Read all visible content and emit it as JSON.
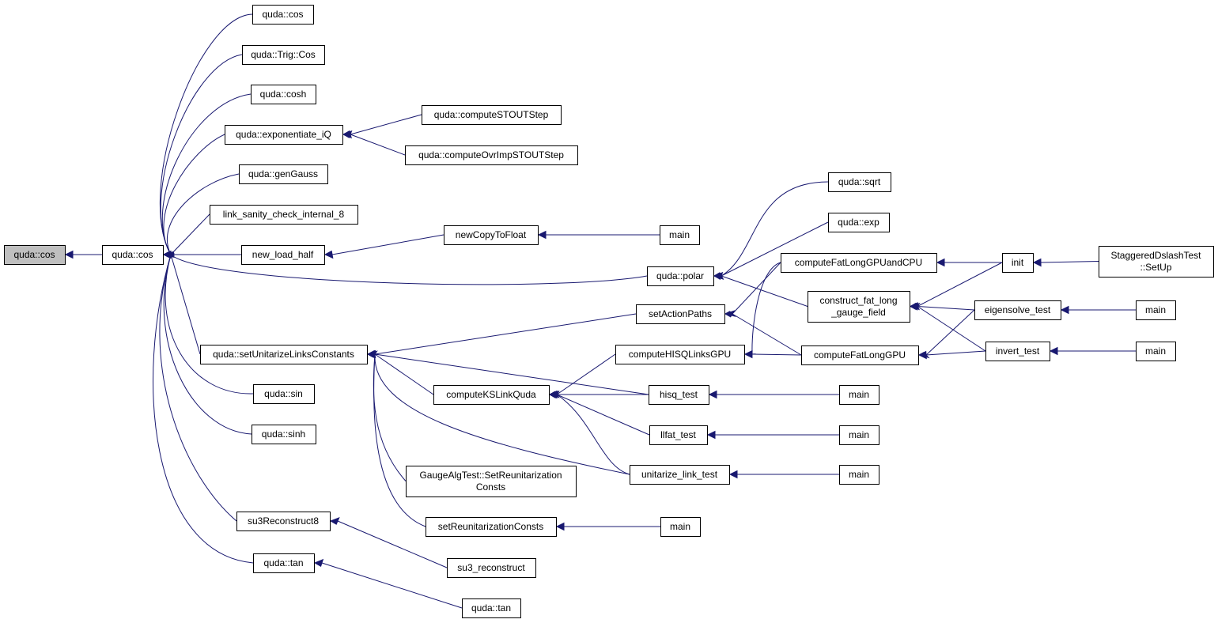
{
  "colors": {
    "edge": "#191970",
    "root_fill": "#bfbfbf",
    "node_fill": "#ffffff",
    "border": "#000000"
  },
  "nodes": [
    {
      "id": "n_root",
      "lines": [
        "quda::cos"
      ]
    },
    {
      "id": "n_cos",
      "lines": [
        "quda::cos"
      ]
    },
    {
      "id": "n_cos2",
      "lines": [
        "quda::cos"
      ]
    },
    {
      "id": "n_trigcos",
      "lines": [
        "quda::Trig::Cos"
      ]
    },
    {
      "id": "n_cosh",
      "lines": [
        "quda::cosh"
      ]
    },
    {
      "id": "n_expiQ",
      "lines": [
        "quda::exponentiate_iQ"
      ]
    },
    {
      "id": "n_stout",
      "lines": [
        "quda::computeSTOUTStep"
      ]
    },
    {
      "id": "n_ovrimp",
      "lines": [
        "quda::computeOvrImpSTOUTStep"
      ]
    },
    {
      "id": "n_gengauss",
      "lines": [
        "quda::genGauss"
      ]
    },
    {
      "id": "n_sanity",
      "lines": [
        "link_sanity_check_internal_8"
      ]
    },
    {
      "id": "n_loadhalf",
      "lines": [
        "new_load_half"
      ]
    },
    {
      "id": "n_newcopy",
      "lines": [
        "newCopyToFloat"
      ]
    },
    {
      "id": "n_main1",
      "lines": [
        "main"
      ]
    },
    {
      "id": "n_polar",
      "lines": [
        "quda::polar"
      ]
    },
    {
      "id": "n_sqrt",
      "lines": [
        "quda::sqrt"
      ]
    },
    {
      "id": "n_exp",
      "lines": [
        "quda::exp"
      ]
    },
    {
      "id": "n_setunit",
      "lines": [
        "quda::setUnitarizeLinksConstants"
      ]
    },
    {
      "id": "n_sin",
      "lines": [
        "quda::sin"
      ]
    },
    {
      "id": "n_sinh",
      "lines": [
        "quda::sinh"
      ]
    },
    {
      "id": "n_su3r8",
      "lines": [
        "su3Reconstruct8"
      ]
    },
    {
      "id": "n_tan",
      "lines": [
        "quda::tan"
      ]
    },
    {
      "id": "n_su3r",
      "lines": [
        "su3_reconstruct"
      ]
    },
    {
      "id": "n_tan2",
      "lines": [
        "quda::tan"
      ]
    },
    {
      "id": "n_setaction",
      "lines": [
        "setActionPaths"
      ]
    },
    {
      "id": "n_hisq",
      "lines": [
        "computeHISQLinksGPU"
      ]
    },
    {
      "id": "n_ksl",
      "lines": [
        "computeKSLinkQuda"
      ]
    },
    {
      "id": "n_gaugealg",
      "lines": [
        "GaugeAlgTest::SetReunitarization",
        "Consts"
      ]
    },
    {
      "id": "n_setreu",
      "lines": [
        "setReunitarizationConsts"
      ]
    },
    {
      "id": "n_main2",
      "lines": [
        "main"
      ]
    },
    {
      "id": "n_fatlongcpu",
      "lines": [
        "computeFatLongGPUandCPU"
      ]
    },
    {
      "id": "n_construct",
      "lines": [
        "construct_fat_long",
        "_gauge_field"
      ]
    },
    {
      "id": "n_fatlonggpu",
      "lines": [
        "computeFatLongGPU"
      ]
    },
    {
      "id": "n_hisqtest",
      "lines": [
        "hisq_test"
      ]
    },
    {
      "id": "n_llfat",
      "lines": [
        "llfat_test"
      ]
    },
    {
      "id": "n_unitest",
      "lines": [
        "unitarize_link_test"
      ]
    },
    {
      "id": "n_init",
      "lines": [
        "init"
      ]
    },
    {
      "id": "n_eigen",
      "lines": [
        "eigensolve_test"
      ]
    },
    {
      "id": "n_invert",
      "lines": [
        "invert_test"
      ]
    },
    {
      "id": "n_stag",
      "lines": [
        "StaggeredDslashTest",
        "::SetUp"
      ]
    },
    {
      "id": "n_main3",
      "lines": [
        "main"
      ]
    },
    {
      "id": "n_main4",
      "lines": [
        "main"
      ]
    },
    {
      "id": "n_main5",
      "lines": [
        "main"
      ]
    },
    {
      "id": "n_main6",
      "lines": [
        "main"
      ]
    },
    {
      "id": "n_main7",
      "lines": [
        "main"
      ]
    }
  ],
  "edges": [
    [
      "n_root",
      "n_cos"
    ],
    [
      "n_cos",
      "n_cos2"
    ],
    [
      "n_cos",
      "n_trigcos"
    ],
    [
      "n_cos",
      "n_cosh"
    ],
    [
      "n_cos",
      "n_expiQ"
    ],
    [
      "n_cos",
      "n_gengauss"
    ],
    [
      "n_cos",
      "n_sanity"
    ],
    [
      "n_cos",
      "n_loadhalf"
    ],
    [
      "n_cos",
      "n_polar"
    ],
    [
      "n_cos",
      "n_setunit"
    ],
    [
      "n_cos",
      "n_sin"
    ],
    [
      "n_cos",
      "n_sinh"
    ],
    [
      "n_cos",
      "n_su3r8"
    ],
    [
      "n_cos",
      "n_tan"
    ],
    [
      "n_expiQ",
      "n_stout"
    ],
    [
      "n_expiQ",
      "n_ovrimp"
    ],
    [
      "n_loadhalf",
      "n_newcopy"
    ],
    [
      "n_newcopy",
      "n_main1"
    ],
    [
      "n_polar",
      "n_sqrt"
    ],
    [
      "n_polar",
      "n_exp"
    ],
    [
      "n_polar",
      "n_construct"
    ],
    [
      "n_setunit",
      "n_setaction"
    ],
    [
      "n_setunit",
      "n_ksl"
    ],
    [
      "n_setunit",
      "n_hisqtest"
    ],
    [
      "n_setunit",
      "n_unitest"
    ],
    [
      "n_setunit",
      "n_gaugealg"
    ],
    [
      "n_setunit",
      "n_setreu"
    ],
    [
      "n_setreu",
      "n_main2"
    ],
    [
      "n_su3r8",
      "n_su3r"
    ],
    [
      "n_tan",
      "n_tan2"
    ],
    [
      "n_setaction",
      "n_fatlongcpu"
    ],
    [
      "n_setaction",
      "n_fatlonggpu"
    ],
    [
      "n_hisq",
      "n_fatlongcpu"
    ],
    [
      "n_hisq",
      "n_fatlonggpu"
    ],
    [
      "n_ksl",
      "n_hisq"
    ],
    [
      "n_ksl",
      "n_hisqtest"
    ],
    [
      "n_ksl",
      "n_llfat"
    ],
    [
      "n_ksl",
      "n_unitest"
    ],
    [
      "n_fatlongcpu",
      "n_init"
    ],
    [
      "n_construct",
      "n_init"
    ],
    [
      "n_construct",
      "n_eigen"
    ],
    [
      "n_construct",
      "n_invert"
    ],
    [
      "n_fatlonggpu",
      "n_eigen"
    ],
    [
      "n_fatlonggpu",
      "n_invert"
    ],
    [
      "n_init",
      "n_stag"
    ],
    [
      "n_eigen",
      "n_main3"
    ],
    [
      "n_invert",
      "n_main4"
    ],
    [
      "n_hisqtest",
      "n_main5"
    ],
    [
      "n_llfat",
      "n_main6"
    ],
    [
      "n_unitest",
      "n_main7"
    ]
  ]
}
